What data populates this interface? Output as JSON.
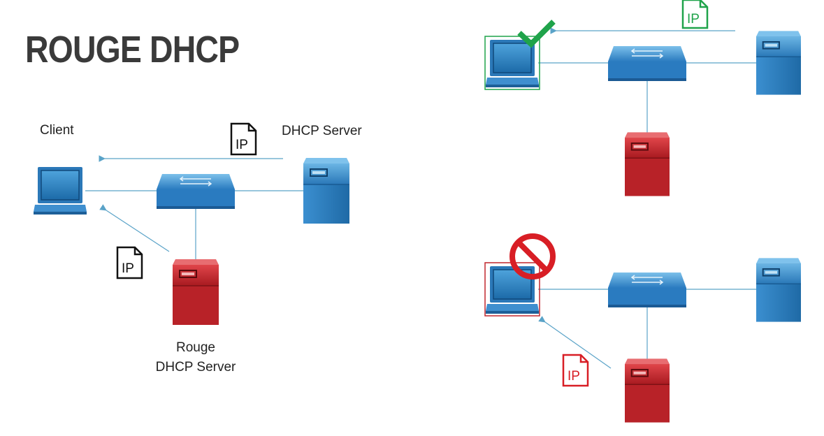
{
  "title": "ROUGE DHCP",
  "labels": {
    "client": "Client",
    "dhcp_server": "DHCP Server",
    "rogue_line1": "Rouge",
    "rogue_line2": "DHCP Server"
  },
  "ip_label": "IP",
  "colors": {
    "title": "#3a3a3a",
    "link": "#5aa3c8",
    "legit": "#2f7fc1",
    "rogue": "#c1272d",
    "accept": "#1fa34a",
    "block": "#d81e25",
    "doc": "#111111"
  },
  "icons": [
    "laptop-icon",
    "switch-icon",
    "server-icon",
    "document-icon",
    "checkmark-icon",
    "prohibited-icon"
  ]
}
